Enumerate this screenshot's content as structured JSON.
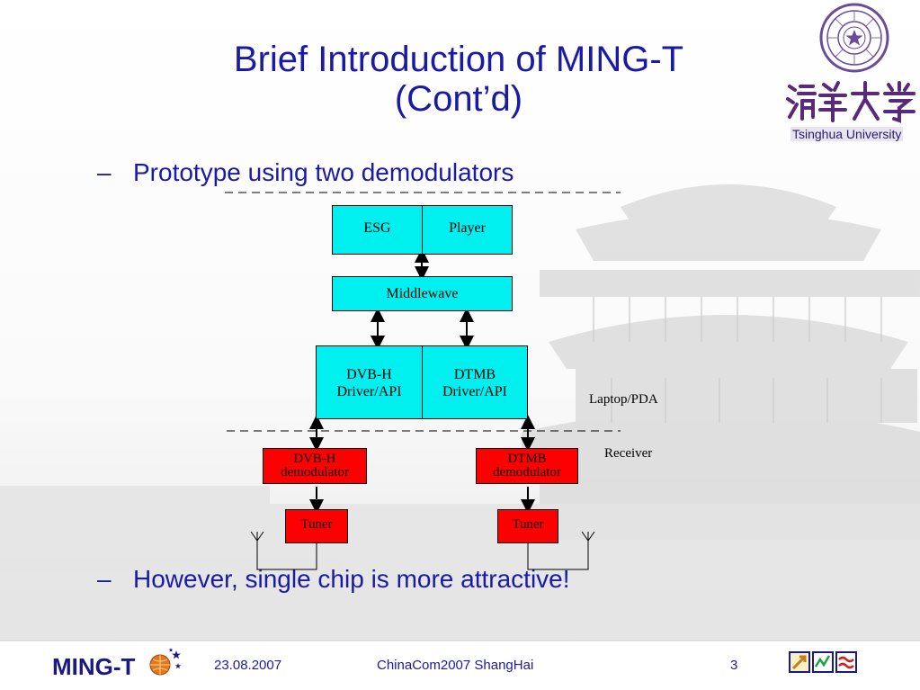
{
  "slide": {
    "title_line1": "Brief Introduction of MING-T",
    "title_line2": "(Cont’d)",
    "bullet_marker": "–",
    "bullet1": "Prototype using two demodulators",
    "bullet2": "However, single chip is more attractive!"
  },
  "diagram": {
    "esg": "ESG",
    "player": "Player",
    "middleware": "Middlewave",
    "dvbh_driver_line1": "DVB-H",
    "dvbh_driver_line2": "Driver/API",
    "dtmb_driver_line1": "DTMB",
    "dtmb_driver_line2": "Driver/API",
    "laptop_label": "Laptop/PDA",
    "receiver_label": "Receiver",
    "dvbh_demod_line1": "DVB-H",
    "dvbh_demod_line2": "demodulator",
    "dtmb_demod_line1": "DTMB",
    "dtmb_demod_line2": "demodulator",
    "tuner_left": "Tuner",
    "tuner_right": "Tuner"
  },
  "branding": {
    "university_name": "Tsinghua University",
    "university_chinese": "清華大學",
    "project_logo": "MING-T"
  },
  "footer": {
    "date": "23.08.2007",
    "conference": "ChinaCom2007 ShangHai",
    "page_number": "3"
  },
  "colors": {
    "title_blue": "#1a1aa6",
    "box_cyan": "#00f0f0",
    "box_red": "#ff0000",
    "seal_purple": "#6a4a9a"
  }
}
